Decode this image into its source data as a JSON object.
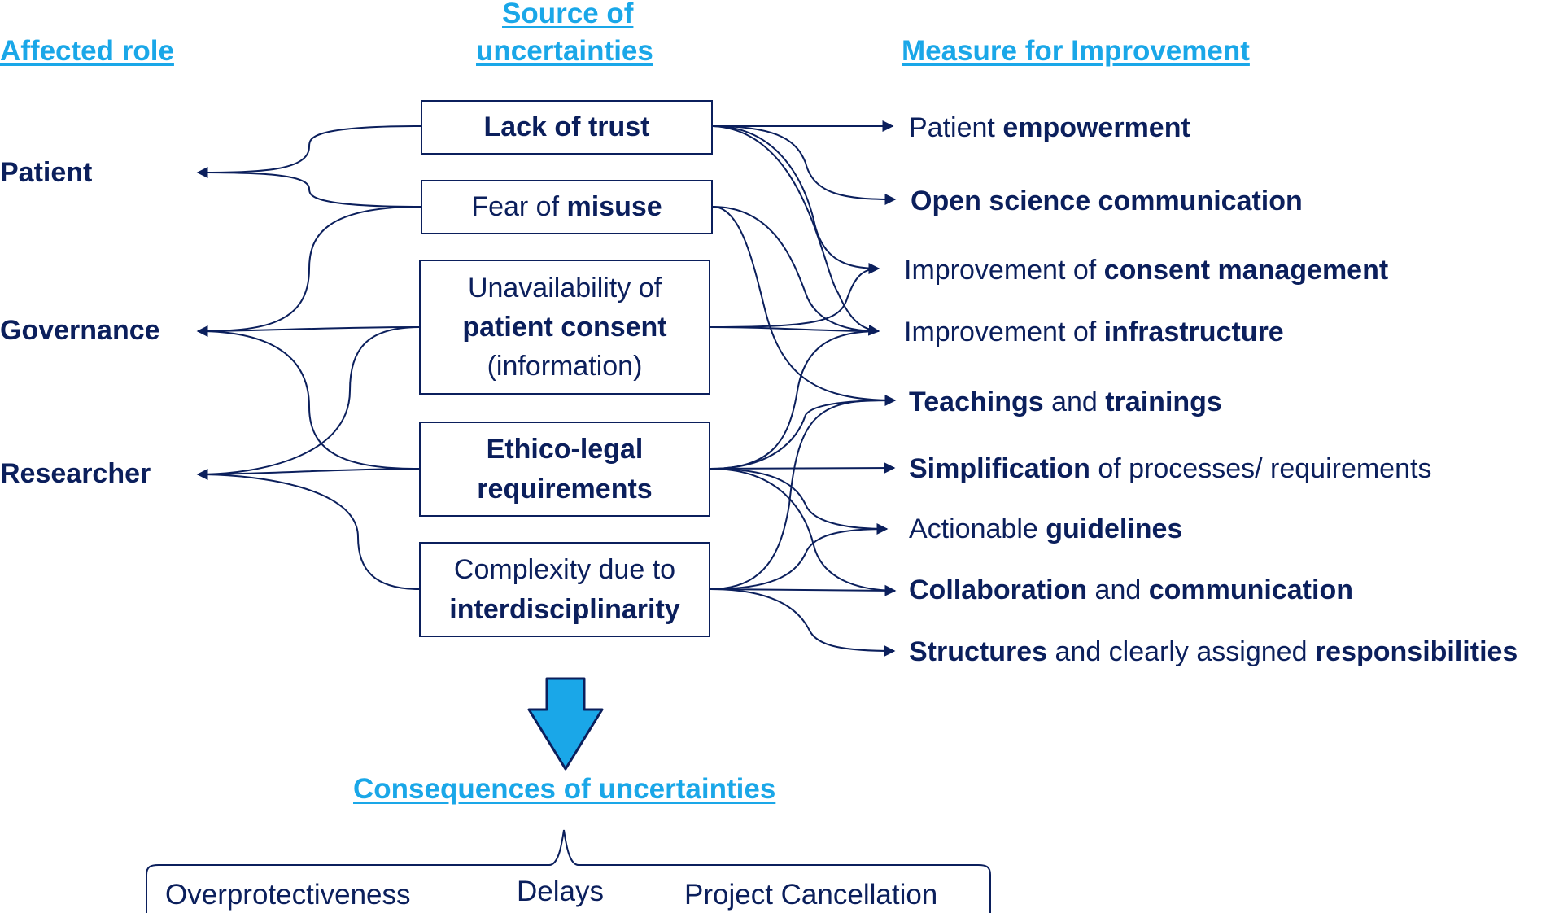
{
  "headers": {
    "affected_role": "Affected role",
    "source_line1": "Source of",
    "source_line2": "uncertainties",
    "measure": "Measure for Improvement",
    "consequences": "Consequences of uncertainties"
  },
  "roles": {
    "patient": "Patient",
    "governance": "Governance",
    "researcher": "Researcher"
  },
  "sources": {
    "lack_of_trust": "Lack of trust",
    "fear_pre": "Fear of ",
    "fear_bold": "misuse",
    "consent_line1": "Unavailability of",
    "consent_line2": "patient consent",
    "consent_line3": "(information)",
    "ethico_line1": "Ethico-legal",
    "ethico_line2": "requirements",
    "complexity_line1": "Complexity due to",
    "complexity_line2": "interdisciplinarity"
  },
  "measures": {
    "m1_pre": "Patient ",
    "m1_bold": "empowerment",
    "m2_bold": "Open science communication",
    "m3_pre": "Improvement of ",
    "m3_bold": "consent management",
    "m4_pre": "Improvement of ",
    "m4_bold": "infrastructure",
    "m5_bold_a": "Teachings",
    "m5_mid": " and ",
    "m5_bold_b": "trainings",
    "m6_bold": "Simplification",
    "m6_post": " of processes/ requirements",
    "m7_pre": "Actionable ",
    "m7_bold": "guidelines",
    "m8_bold_a": "Collaboration",
    "m8_mid": " and ",
    "m8_bold_b": "communication",
    "m9_bold_a": "Structures",
    "m9_mid": " and clearly assigned ",
    "m9_bold_b": "responsibilities"
  },
  "consequences": {
    "overprotectiveness": "Overprotectiveness",
    "delays": "Delays",
    "cancellation": "Project Cancellation"
  },
  "colors": {
    "navy": "#0b1f5c",
    "header_blue": "#1aa7e8",
    "arrow_fill": "#1aa7e8"
  }
}
